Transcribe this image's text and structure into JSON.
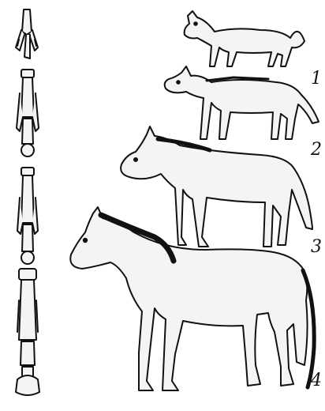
{
  "figure": {
    "stages": [
      {
        "label": "1"
      },
      {
        "label": "2"
      },
      {
        "label": "3"
      },
      {
        "label": "4"
      }
    ]
  },
  "colors": {
    "ink": "#111111",
    "paper": "#ffffff",
    "fill": "#f4f4f4"
  }
}
